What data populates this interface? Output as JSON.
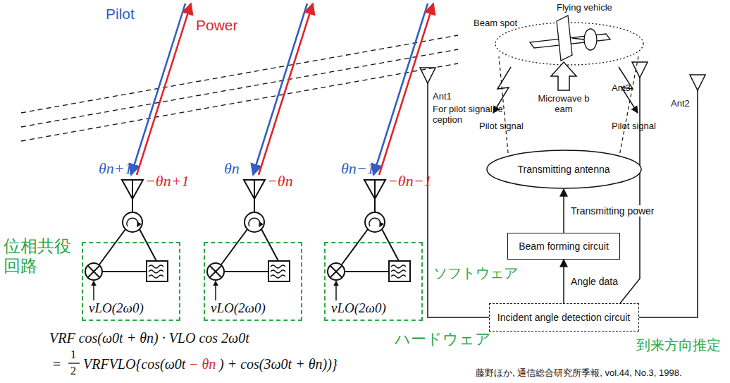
{
  "diagram": {
    "nodes": [
      {
        "text": [
          "vLO(2ω0)"
        ]
      },
      {
        "text": [
          "vLO(2ω0)"
        ]
      },
      {
        "text": [
          "vLO(2ω0)"
        ]
      },
      {
        "text": [
          "Transmitting antenna"
        ]
      },
      {
        "text": [
          "Beam forming circuit"
        ]
      },
      {
        "text": [
          "Incident angle detection circuit"
        ]
      }
    ],
    "edges": [
      {
        "from": 4,
        "to": 3,
        "arrow": "to",
        "label": "Transmitting power"
      },
      {
        "from": 5,
        "to": 4,
        "arrow": "to",
        "label": "Angle data"
      }
    ],
    "labels": [
      "Pilot",
      "Power",
      "θn+1",
      "−θn+1",
      "θn",
      "−θn",
      "θn−1",
      "−θn−1",
      "位相共役回路",
      "ハードウェア",
      "VRF cos(ω0t + θn) · VLO cos 2ω0t",
      "=",
      "1",
      "2",
      "VRFVLO{cos(ω0t",
      "− θn",
      ") + cos(3ω0t + θn))}",
      "Flying vehicle",
      "Beam spot",
      "Pilot signal",
      "Pilot signal",
      "Microwave beam",
      "Ant1",
      "For pilot signal reception",
      "Ant3",
      "Ant2",
      "ソフトウェア",
      "到来方向推定",
      "藤野ほか, 通信総合研究所季報, vol.44, No.3, 1998."
    ]
  }
}
